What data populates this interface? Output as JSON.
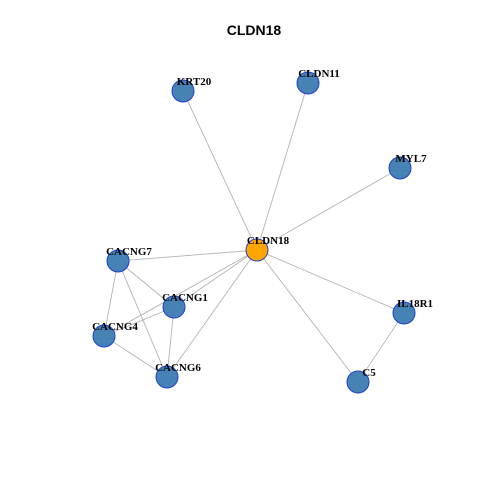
{
  "graph": {
    "title": "CLDN18",
    "colors": {
      "hub": "#FFA500",
      "node": "#4682B4",
      "node_border": "#1F3FCF",
      "edge": "#B3B3B3"
    },
    "nodes": [
      {
        "id": "CLDN18",
        "label": "CLDN18",
        "role": "hub"
      },
      {
        "id": "KRT20",
        "label": "KRT20",
        "role": "neighbor"
      },
      {
        "id": "CLDN11",
        "label": "CLDN11",
        "role": "neighbor"
      },
      {
        "id": "MYL7",
        "label": "MYL7",
        "role": "neighbor"
      },
      {
        "id": "CACNG7",
        "label": "CACNG7",
        "role": "neighbor"
      },
      {
        "id": "CACNG1",
        "label": "CACNG1",
        "role": "neighbor"
      },
      {
        "id": "CACNG4",
        "label": "CACNG4",
        "role": "neighbor"
      },
      {
        "id": "CACNG6",
        "label": "CACNG6",
        "role": "neighbor"
      },
      {
        "id": "IL18R1",
        "label": "IL18R1",
        "role": "neighbor"
      },
      {
        "id": "C5",
        "label": "C5",
        "role": "neighbor"
      }
    ],
    "edges": [
      {
        "source": "CLDN18",
        "target": "KRT20"
      },
      {
        "source": "CLDN18",
        "target": "CLDN11"
      },
      {
        "source": "CLDN18",
        "target": "MYL7"
      },
      {
        "source": "CLDN18",
        "target": "CACNG7"
      },
      {
        "source": "CLDN18",
        "target": "CACNG1"
      },
      {
        "source": "CLDN18",
        "target": "CACNG4"
      },
      {
        "source": "CLDN18",
        "target": "CACNG6"
      },
      {
        "source": "CLDN18",
        "target": "IL18R1"
      },
      {
        "source": "CLDN18",
        "target": "C5"
      },
      {
        "source": "CACNG7",
        "target": "CACNG1"
      },
      {
        "source": "CACNG7",
        "target": "CACNG4"
      },
      {
        "source": "CACNG7",
        "target": "CACNG6"
      },
      {
        "source": "CACNG1",
        "target": "CACNG4"
      },
      {
        "source": "CACNG1",
        "target": "CACNG6"
      },
      {
        "source": "CACNG4",
        "target": "CACNG6"
      },
      {
        "source": "IL18R1",
        "target": "C5"
      }
    ]
  }
}
